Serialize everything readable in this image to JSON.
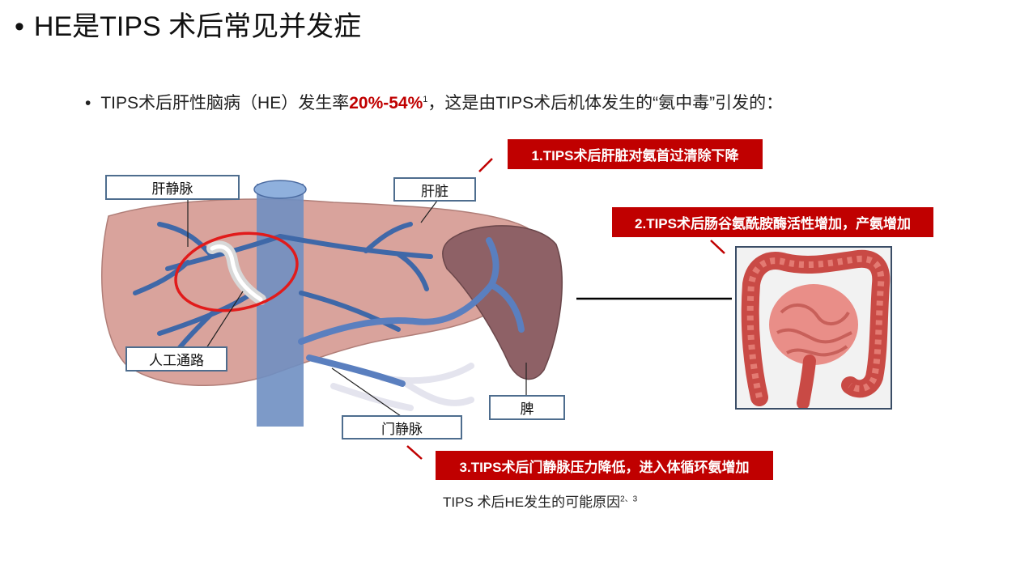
{
  "slide": {
    "title": "HE是TIPS 术后常见并发症",
    "bullet_dot": "•",
    "bullet": {
      "prefix": "TIPS术后肝性脑病（HE）发生率",
      "highlight": "20%-54%",
      "ref": "1",
      "suffix": "，这是由TIPS术后机体发生的“氨中毒”引发的："
    }
  },
  "labels": {
    "hepatic_vein": "肝静脉",
    "liver": "肝脏",
    "shunt": "人工通路",
    "portal_vein": "门静脉",
    "spleen": "脾"
  },
  "callouts": {
    "c1": "1.TIPS术后肝脏对氨首过清除下降",
    "c2": "2.TIPS术后肠谷氨酰胺酶活性增加，产氨增加",
    "c3": "3.TIPS术后门静脉压力降低，进入体循环氨增加"
  },
  "caption": {
    "text": "TIPS 术后HE发生的可能原因",
    "refs": "2、3"
  },
  "colors": {
    "accent_red": "#c00000",
    "label_border": "#4e6d8e",
    "liver": "#d9a39c",
    "vein_blue": "#3f68a8",
    "spleen": "#8e6166"
  }
}
